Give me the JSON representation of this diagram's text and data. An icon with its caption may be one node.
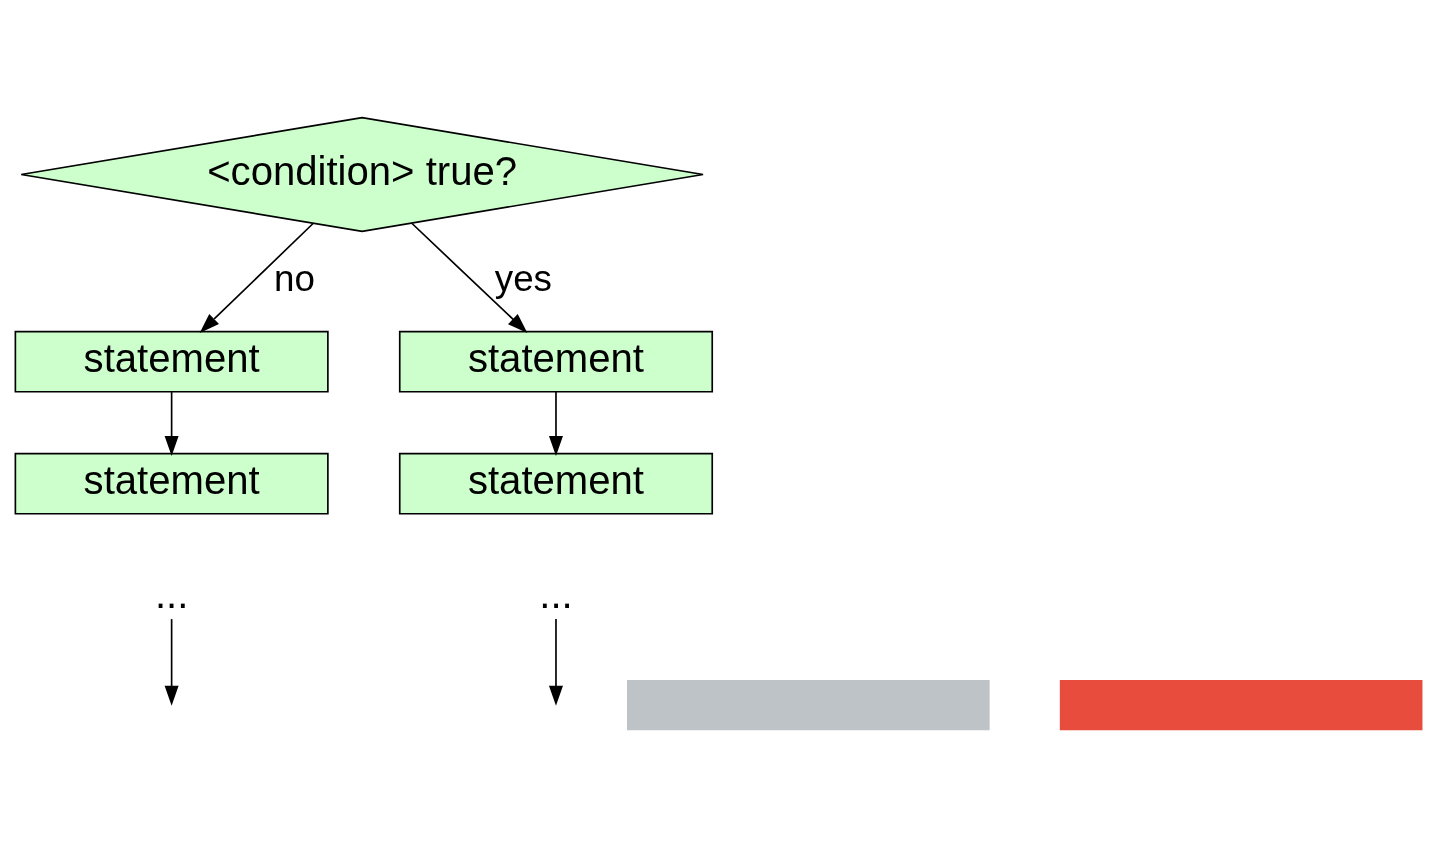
{
  "diagram": {
    "nodes": [
      {
        "text": [
          "<condition> true?"
        ]
      },
      {
        "text": [
          "statement"
        ]
      },
      {
        "text": [
          "statement"
        ]
      },
      {
        "text": [
          "statement"
        ]
      },
      {
        "text": [
          "statement"
        ]
      },
      {
        "text": [
          "..."
        ]
      },
      {
        "text": [
          "..."
        ]
      },
      {
        "text": [],
        "shape": "bar"
      },
      {
        "text": [],
        "shape": "bar"
      }
    ],
    "edges": [
      {
        "from": 0,
        "to": 1,
        "arrow": "to",
        "label": "no"
      },
      {
        "from": 0,
        "to": 3,
        "arrow": "to",
        "label": "yes"
      },
      {
        "from": 1,
        "to": 2,
        "arrow": "to"
      },
      {
        "from": 3,
        "to": 4,
        "arrow": "to"
      },
      {
        "from": 5,
        "to": null,
        "arrow": "to"
      },
      {
        "from": 6,
        "to": null,
        "arrow": "to"
      }
    ]
  }
}
